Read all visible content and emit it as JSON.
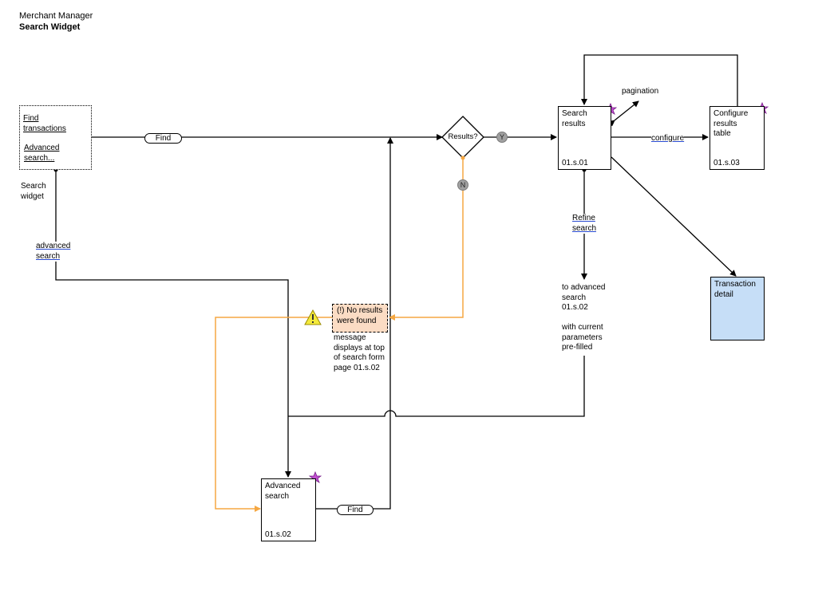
{
  "header": {
    "app": "Merchant Manager",
    "page": "Search Widget"
  },
  "widget": {
    "find_link": "Find transactions",
    "advanced_link": "Advanced search...",
    "caption": "Search widget"
  },
  "edges": {
    "find_top": "Find",
    "find_bottom": "Find",
    "advanced_search": "advanced search",
    "pagination": "pagination",
    "configure": "configure",
    "refine_search": "Refine search",
    "yes": "Y",
    "no": "N"
  },
  "decision": {
    "label": "Results?"
  },
  "nodes": {
    "search_results": {
      "title": "Search results",
      "code": "01.s.01"
    },
    "configure_results": {
      "title": "Configure results table",
      "code": "01.s.03"
    },
    "transaction_detail": {
      "title": "Transaction detail"
    },
    "advanced_search": {
      "title": "Advanced search",
      "code": "01.s.02"
    },
    "no_results": {
      "title": "(!) No results were found"
    }
  },
  "notes": {
    "no_results": "message displays at top of search form page 01.s.02",
    "refine_target": "to advanced search 01.s.02",
    "refine_params": "with current parameters pre-filled"
  },
  "colors": {
    "orange": "#f5a742",
    "detail_fill": "#c6def7",
    "star": "#b03cc0",
    "warn_fill": "#f4ea3c"
  }
}
